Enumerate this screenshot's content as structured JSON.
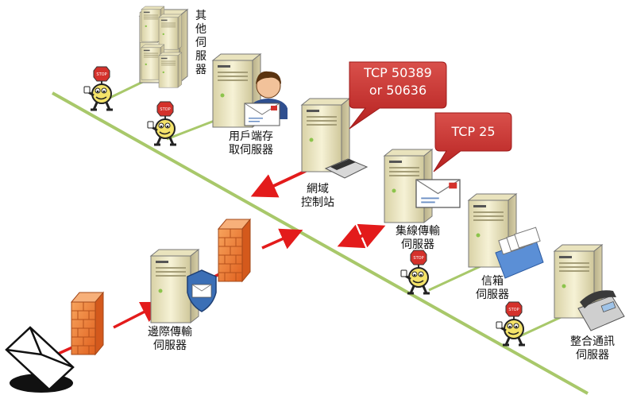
{
  "labels": {
    "other_servers": "其他伺服器",
    "client_access_1": "用戶端存",
    "client_access_2": "取伺服器",
    "domain_controller_1": "網域",
    "domain_controller_2": "控制站",
    "hub_transport_1": "集線傳輸",
    "hub_transport_2": "伺服器",
    "mailbox_1": "信箱",
    "mailbox_2": "伺服器",
    "edge_transport_1": "邊際傳輸",
    "edge_transport_2": "伺服器",
    "unified_messaging_1": "整合通訊",
    "unified_messaging_2": "伺服器"
  },
  "callouts": {
    "tcp_ldap_line1": "TCP 50389",
    "tcp_ldap_line2": "or 50636",
    "tcp_smtp": "TCP 25"
  },
  "colors": {
    "network_line": "#a8c86a",
    "arrow": "#e31b1b",
    "callout_fill": "#c0302f",
    "firewall": "#f07a33",
    "server_body": "#f1ecc8"
  },
  "icons": [
    "server-icon",
    "firewall-icon",
    "stop-sign-character-icon",
    "envelope-icon",
    "user-icon",
    "shield-icon",
    "phone-icon",
    "mail-tray-icon",
    "printer-icon"
  ]
}
